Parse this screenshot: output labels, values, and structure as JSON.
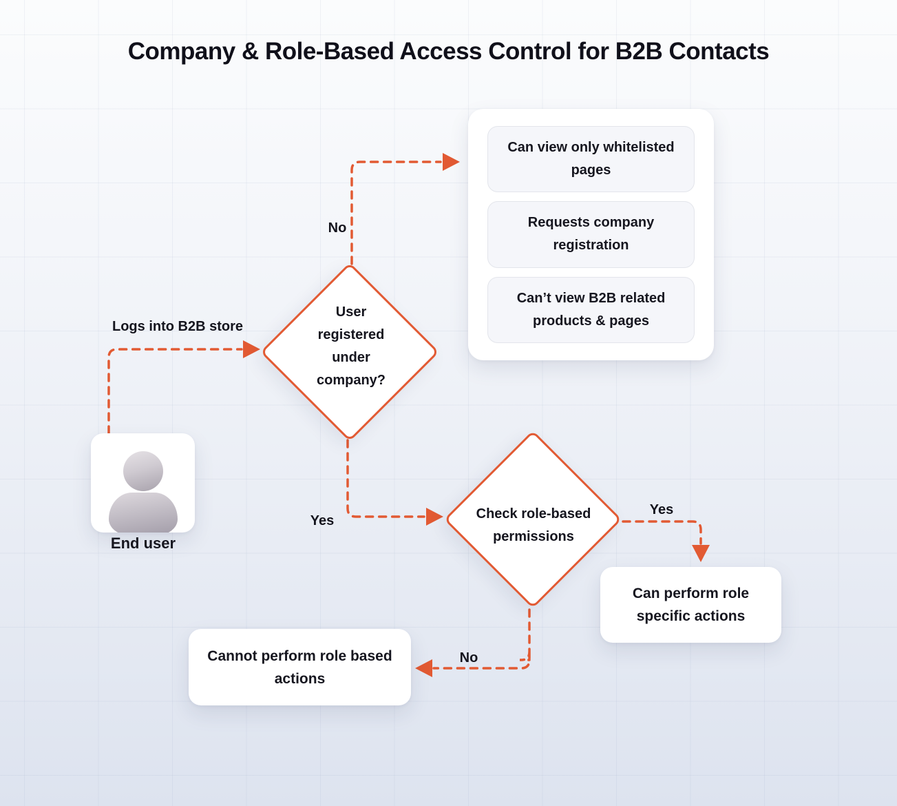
{
  "title": "Company & Role-Based Access Control for B2B Contacts",
  "colors": {
    "accent": "#E25A33",
    "text": "#15151E",
    "card_bg": "#FFFFFF",
    "outcome_box_bg": "#F5F6FA",
    "background_top": "#FBFCFD",
    "background_bottom": "#DDE3EF"
  },
  "nodes": {
    "end_user": {
      "label": "End user",
      "icon": "person-icon"
    },
    "decision_registered": {
      "label": "User registered under company?"
    },
    "decision_permissions": {
      "label": "Check role-based permissions"
    },
    "no_outcomes": [
      "Can view only whitelisted pages",
      "Requests company registration",
      "Can’t view B2B related products & pages"
    ],
    "can_perform": {
      "label": "Can perform role specific actions"
    },
    "cannot_perform": {
      "label": "Cannot perform role based actions"
    }
  },
  "edges": {
    "login": {
      "label": "Logs into B2B store"
    },
    "no_up": {
      "label": "No"
    },
    "yes_down": {
      "label": "Yes"
    },
    "yes_right": {
      "label": "Yes"
    },
    "no_left": {
      "label": "No"
    }
  }
}
